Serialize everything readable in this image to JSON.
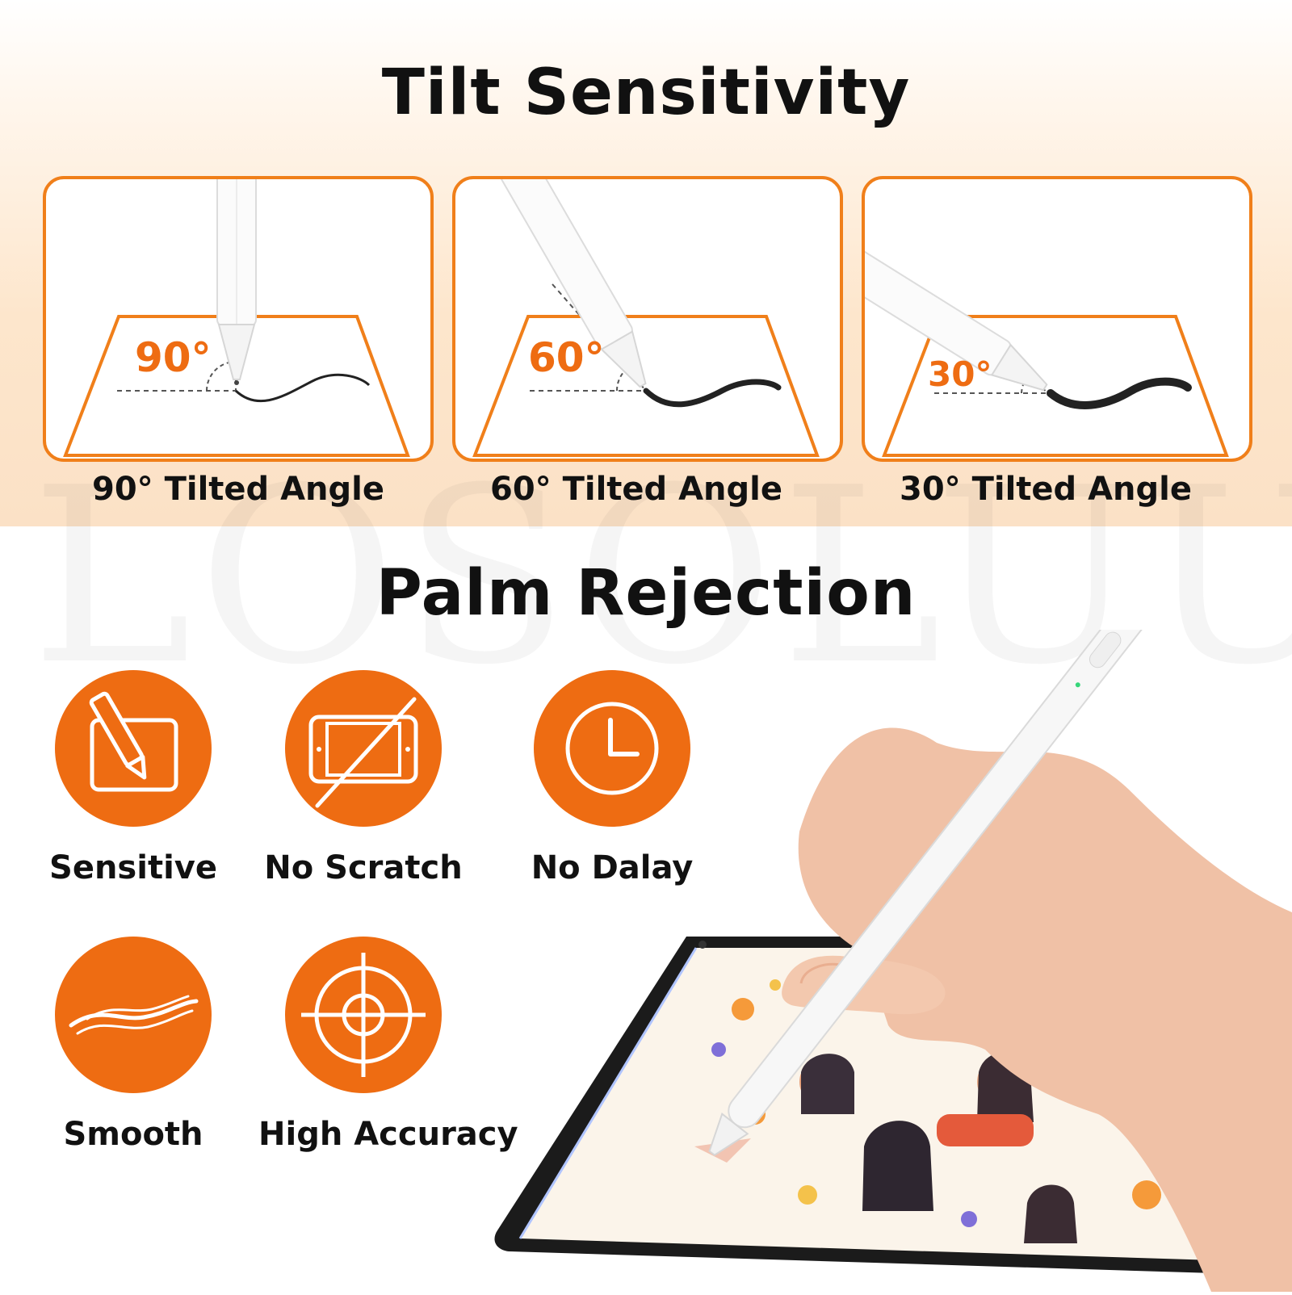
{
  "watermark": "LOSOLUU",
  "tilt": {
    "title": "Tilt Sensitivity",
    "panels": [
      {
        "angle": "90°",
        "caption": "90° Tilted Angle"
      },
      {
        "angle": "60°",
        "caption": "60° Tilted Angle"
      },
      {
        "angle": "30°",
        "caption": "30° Tilted Angle"
      }
    ]
  },
  "palm": {
    "title": "Palm Rejection",
    "features": [
      {
        "label": "Sensitive",
        "icon": "pen-on-tablet-icon"
      },
      {
        "label": "No Scratch",
        "icon": "crossed-tablet-icon"
      },
      {
        "label": "No Dalay",
        "icon": "clock-icon"
      },
      {
        "label": "Smooth",
        "icon": "waves-icon"
      },
      {
        "label": "High Accuracy",
        "icon": "target-icon"
      }
    ]
  },
  "colors": {
    "accent": "#ee6c12",
    "panel_border": "#f07f1a",
    "band": "#fde6cc"
  }
}
